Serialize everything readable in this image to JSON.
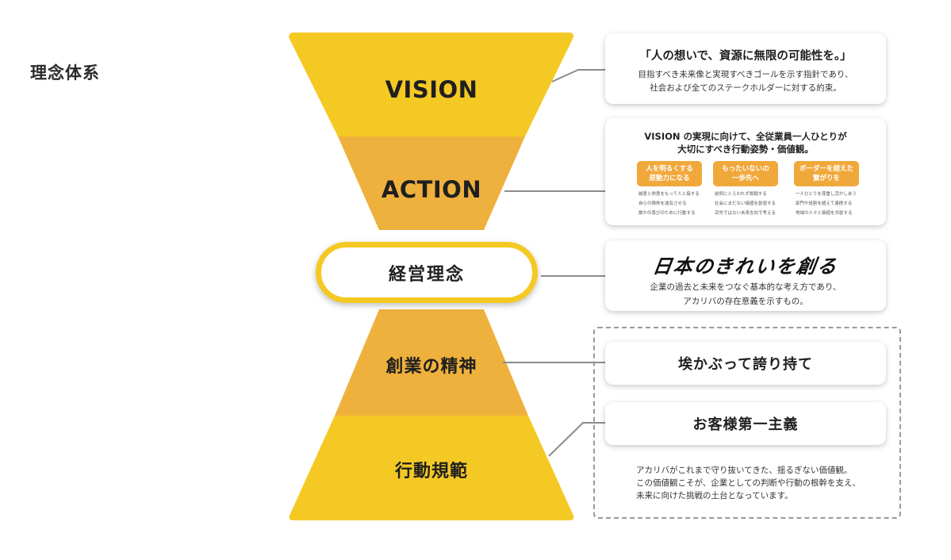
{
  "title": "理念体系",
  "levels": {
    "vision": "VISION",
    "action": "ACTION",
    "philosophy": "経営理念",
    "spirit": "創業の精神",
    "conduct": "行動規範"
  },
  "vision_card": {
    "quote": "「人の想いで、資源に無限の可能性を。」",
    "lines": [
      "目指すべき未来像と実現すべきゴールを示す指針であり、",
      "社会および全てのステークホルダーに対する約束。"
    ]
  },
  "action_card": {
    "heading": [
      "VISION の実現に向けて、全従業員一人ひとりが",
      "大切にすべき行動姿勢・価値観。"
    ],
    "items": [
      {
        "badge": [
          "人を明るくする",
          "原動力になる"
        ],
        "details": [
          "誠意と熱意をもって人と接する",
          "自らの情熱を波及させる",
          "誰かの喜びのために行動する"
        ]
      },
      {
        "badge": [
          "もったいないの",
          "一歩先へ"
        ],
        "details": [
          "前例にとらわれず挑戦する",
          "社会にまだない価値を創造する",
          "目先ではない未来志向で考える"
        ]
      },
      {
        "badge": [
          "ボーダーを超えた",
          "繋がりを"
        ],
        "details": [
          "一人ひとりを尊重し活かしあう",
          "部門や役割を超えて連携する",
          "地域の人々と価値を共創する"
        ]
      }
    ]
  },
  "philosophy_card": {
    "logo_text": "日本のきれいを創る",
    "lines": [
      "企業の過去と未来をつなぐ基本的な考え方であり、",
      "アカリバの存在意義を示すもの。"
    ]
  },
  "values": {
    "spirit_card": "埃かぶって誇り持て",
    "conduct_card": "お客様第一主義",
    "description": [
      "アカリバがこれまで守り抜いてきた、揺るぎない価値観。",
      "この価値観こそが、企業としての判断や行動の根幹を支え、",
      "未来に向けた挑戦の土台となっています。"
    ]
  },
  "colors": {
    "yellow": "#f5c924",
    "orange": "#efb13d",
    "badge": "#f1a83b",
    "connector": "#8c8c8c"
  }
}
